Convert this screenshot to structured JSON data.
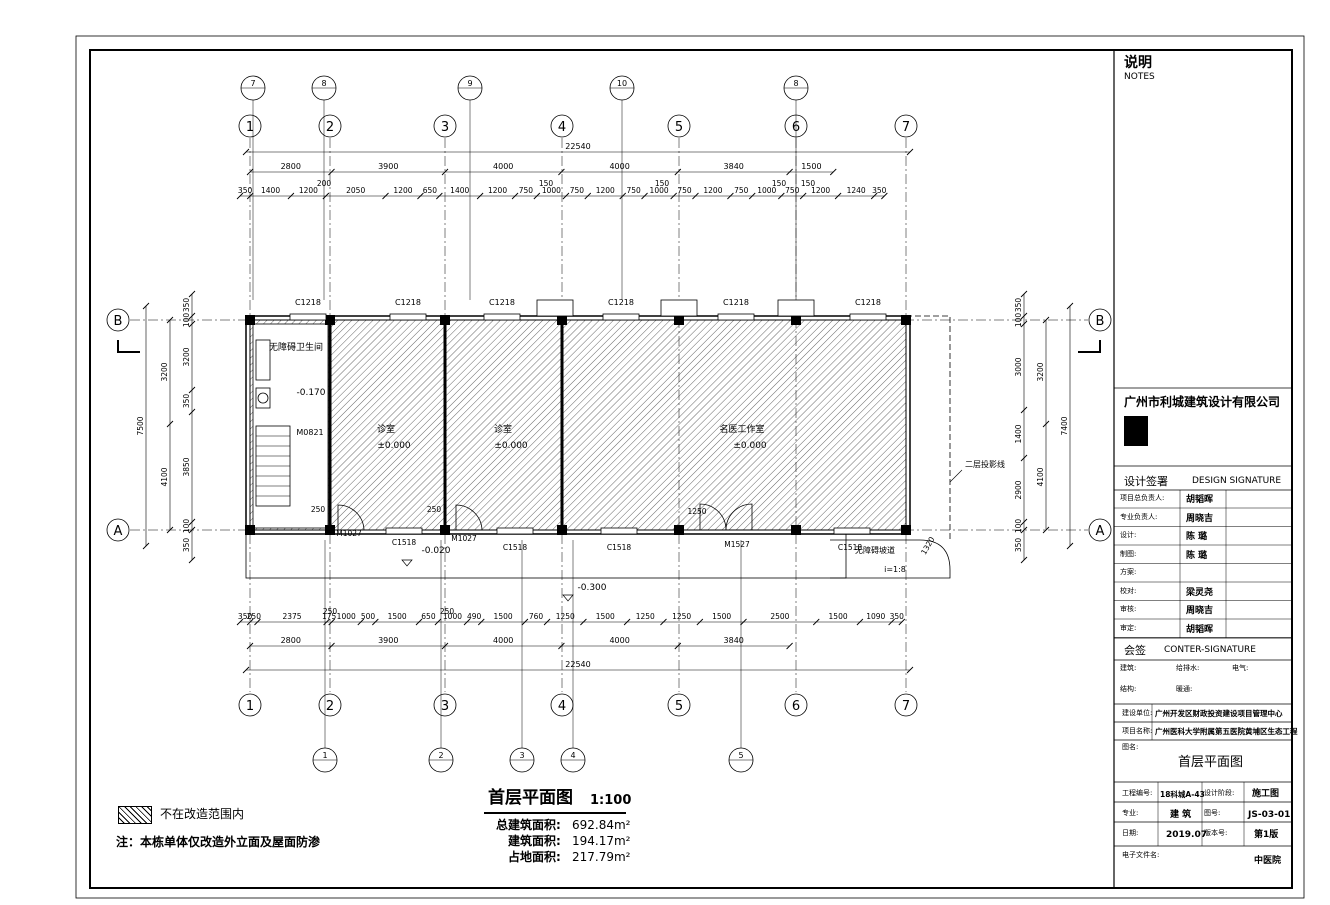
{
  "drawing": {
    "title": "首层平面图",
    "scale": "1:100",
    "areas": [
      {
        "label": "总建筑面积:",
        "value": "692.84m²"
      },
      {
        "label": "建筑面积:",
        "value": "194.17m²"
      },
      {
        "label": "占地面积:",
        "value": "217.79m²"
      }
    ],
    "legend_text": "不在改造范围内",
    "note": "注：本栋单体仅改造外立面及屋面防渗",
    "axes_x": [
      "1",
      "2",
      "3",
      "4",
      "5",
      "6",
      "7"
    ],
    "axes_y": [
      "B",
      "A"
    ],
    "dims_top_1": [
      "2800",
      "3900",
      "4000",
      "4000",
      "3840",
      "1500"
    ],
    "dims_top_2": [
      "350",
      "1400",
      "1200",
      "2050",
      "1200",
      "650",
      "1400",
      "1200",
      "750",
      "1000",
      "750",
      "1200",
      "750",
      "1000",
      "750",
      "1200",
      "750",
      "1000",
      "750",
      "1200",
      "1240",
      "350"
    ],
    "dims_top_small": [
      "200",
      "150",
      "150",
      "150",
      "150"
    ],
    "dims_top_total": "22540",
    "dims_bot_1": [
      "350",
      "250",
      "2375",
      "175",
      "1000",
      "500",
      "1500",
      "650",
      "1000",
      "490",
      "1500",
      "760",
      "1250",
      "1500",
      "1250",
      "1250",
      "1500",
      "2500",
      "1500",
      "1090",
      "350"
    ],
    "dims_bot_small": [
      "250",
      "250"
    ],
    "dims_bot_2": [
      "2800",
      "3900",
      "4000",
      "4000",
      "3840"
    ],
    "dims_bot_total": "22540",
    "dims_left": [
      "350",
      "100",
      "3200",
      "350",
      "3850",
      "100",
      "350"
    ],
    "dims_left_mid": [
      "3200",
      "4100"
    ],
    "dims_left_total": "7500",
    "dims_right": [
      "350",
      "100",
      "3000",
      "1400",
      "2900",
      "100",
      "350"
    ],
    "dims_right_mid": [
      "3200",
      "4100"
    ],
    "dims_right_total": "7400",
    "windows_top": [
      "C1218",
      "C1218",
      "C1218",
      "C1218",
      "C1218",
      "C1218"
    ],
    "openings_bottom": [
      "M1027",
      "C1518",
      "M1027",
      "C1518",
      "C1518",
      "M1527",
      "C1518"
    ],
    "rooms": [
      {
        "name": "无障碍卫生间",
        "level": ""
      },
      {
        "name": "诊室",
        "level": "±0.000"
      },
      {
        "name": "诊室",
        "level": "±0.000"
      },
      {
        "name": "名医工作室",
        "level": "±0.000"
      }
    ],
    "door_m0821": "M0821",
    "level_wc": "-0.170",
    "level_ext1": "-0.020",
    "level_ext2": "-0.300",
    "ramp_label": "无障碍坡道",
    "ramp_slope": "i=1:8",
    "ramp_dim": "1320",
    "upper_proj": "二层投影线",
    "small_dims": [
      "250",
      "250",
      "1250"
    ],
    "detail_bubbles_top": [
      "7",
      "8",
      "9",
      "10",
      "8"
    ],
    "detail_bubbles_bot": [
      "1",
      "2",
      "3",
      "4",
      "5"
    ]
  },
  "title_block": {
    "notes_title": "说明",
    "notes_en": "NOTES",
    "company": "广州市利城建筑设计有限公司",
    "design_sig": "设计签署",
    "design_sig_en": "DESIGN SIGNATURE",
    "signatures": [
      {
        "role": "项目总负责人:",
        "name": "胡韬晖"
      },
      {
        "role": "专业负责人:",
        "name": "周晓吉"
      },
      {
        "role": "设计:",
        "name": "陈  璐"
      },
      {
        "role": "制图:",
        "name": "陈  璐"
      },
      {
        "role": "方案:",
        "name": ""
      },
      {
        "role": "校对:",
        "name": "梁灵尧"
      },
      {
        "role": "审核:",
        "name": "周晓吉"
      },
      {
        "role": "审定:",
        "name": "胡韬晖"
      }
    ],
    "counter_sig": "会签",
    "counter_sig_en": "CONTER-SIGNATURE",
    "counter_roles": [
      "建筑:",
      "给排水:",
      "电气:",
      "结构:",
      "暖通:"
    ],
    "client_label": "建设单位:",
    "client": "广州开发区财政投资建设项目管理中心",
    "project_label": "项目名称:",
    "project": "广州医科大学附属第五医院黄埔区生态工程",
    "drawing_title_label": "图名:",
    "drawing_title": "首层平面图",
    "project_no_label": "工程编号:",
    "project_no": "18科城A-43",
    "stage_label": "设计阶段:",
    "stage": "施工图",
    "specialty_label": "专业:",
    "specialty": "建  筑",
    "dwg_no_label": "图号:",
    "dwg_no": "JS-03-01",
    "date_label": "日期:",
    "date": "2019.07",
    "version_label": "版本号:",
    "version": "第1版",
    "file_label": "电子文件名:",
    "file": "中医院"
  },
  "colors": {
    "line": "#000000",
    "hatch": "#000000",
    "paper": "#ffffff"
  }
}
